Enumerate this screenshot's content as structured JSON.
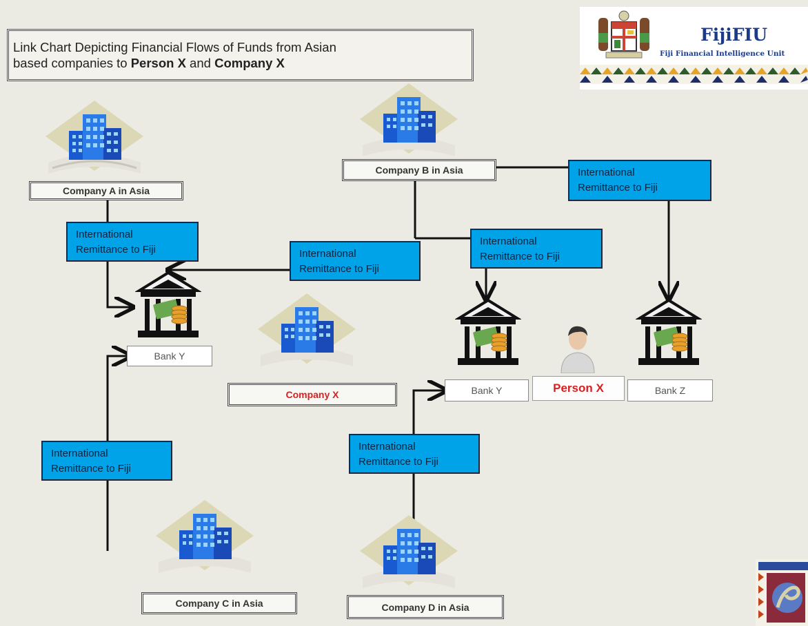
{
  "title": {
    "line1": "Link Chart Depicting Financial Flows of Funds from Asian",
    "line2_prefix": "based companies to ",
    "person_x": "Person X",
    "and": " and ",
    "company_x": "Company X"
  },
  "logo": {
    "name": "FijiFIU",
    "subtitle": "Fiji Financial Intelligence Unit"
  },
  "entities": {
    "company_a": "Company A in Asia",
    "company_b": "Company B in Asia",
    "company_c": "Company C in Asia",
    "company_d": "Company D in Asia",
    "company_x": "Company X",
    "bank_y_left": "Bank Y",
    "bank_y_right": "Bank Y",
    "bank_z": "Bank Z",
    "person_x": "Person X"
  },
  "remittances": [
    {
      "line1": "International",
      "line2": "Remittance to Fiji"
    },
    {
      "line1": "International",
      "line2": "Remittance to Fiji"
    },
    {
      "line1": "International",
      "line2": "Remittance to Fiji"
    },
    {
      "line1": "International",
      "line2": "Remittance to Fiji"
    },
    {
      "line1": "International",
      "line2": "Remittance to Fiji"
    },
    {
      "line1": "International",
      "line2": "Remittance to Fiji"
    }
  ],
  "colors": {
    "remittance_fill": "#00a2e8",
    "highlight_text": "#d82020",
    "logo_text": "#1b3a8a",
    "background": "#ecebe3"
  }
}
